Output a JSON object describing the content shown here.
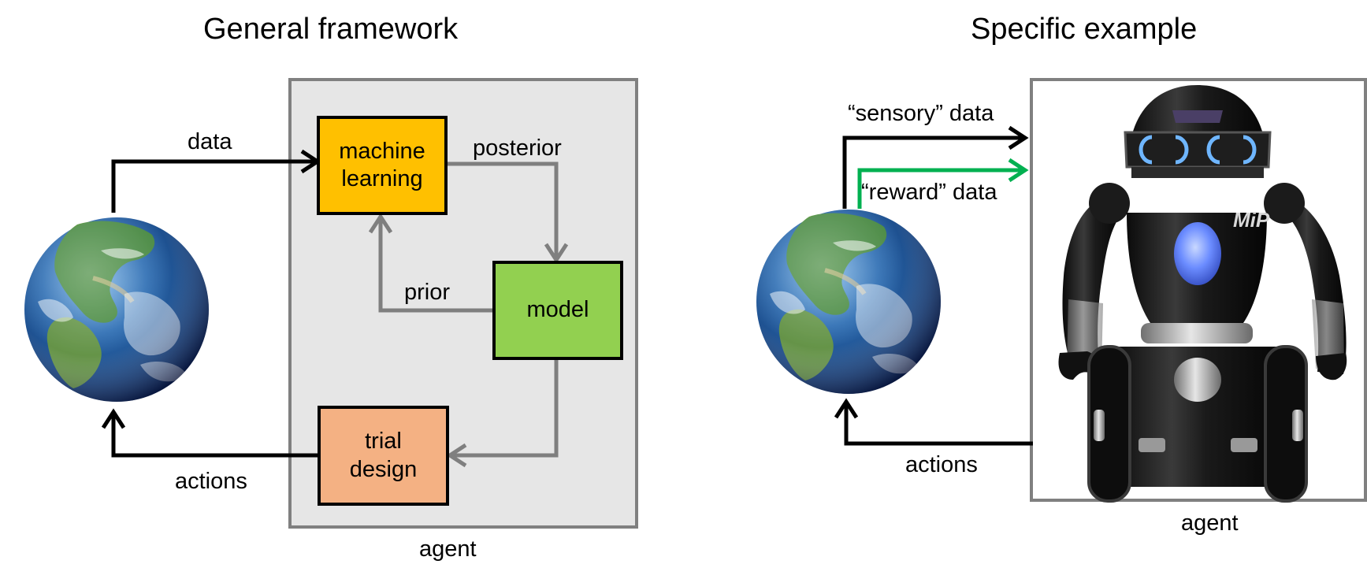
{
  "left_panel": {
    "title": "General framework",
    "agent_label": "agent",
    "boxes": {
      "machine_learning": "machine\nlearning",
      "model": "model",
      "trial_design": "trial\ndesign"
    },
    "edge_labels": {
      "data": "data",
      "posterior": "posterior",
      "prior": "prior",
      "actions": "actions"
    },
    "colors": {
      "agent_panel_fill": "#e6e6e6",
      "agent_panel_border": "#808080",
      "machine_learning_fill": "#ffc000",
      "model_fill": "#92d050",
      "trial_design_fill": "#f4b183",
      "black_arrow": "#000000",
      "gray_arrow": "#7f7f7f"
    }
  },
  "right_panel": {
    "title": "Specific example",
    "agent_label": "agent",
    "edge_labels": {
      "sensory_data": "“sensory” data",
      "reward_data": "“reward” data",
      "actions": "actions"
    },
    "robot_logo": "MiP",
    "colors": {
      "reward_arrow": "#00b050",
      "agent_panel_border": "#808080"
    }
  },
  "icons": [
    "earth-globe-icon",
    "robot-icon"
  ]
}
